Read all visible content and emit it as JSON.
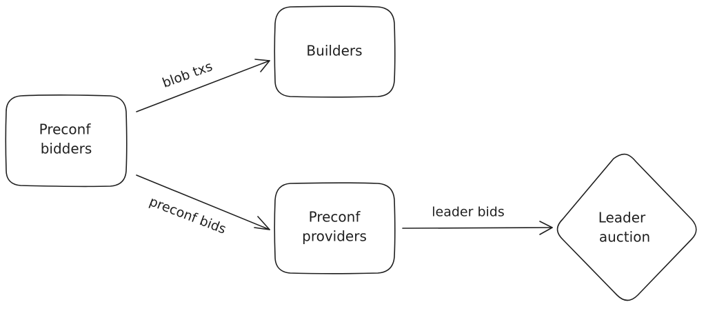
{
  "nodes": {
    "preconf_bidders": {
      "line1": "Preconf",
      "line2": "bidders"
    },
    "builders": {
      "line1": "Builders"
    },
    "preconf_providers": {
      "line1": "Preconf",
      "line2": "providers"
    },
    "leader_auction": {
      "line1": "Leader",
      "line2": "auction"
    }
  },
  "edges": {
    "blob_txs": {
      "label": "blob txs"
    },
    "preconf_bids": {
      "label": "preconf bids"
    },
    "leader_bids": {
      "label": "leader bids"
    }
  },
  "colors": {
    "stroke": "#1e1e1e",
    "background": "#ffffff"
  }
}
